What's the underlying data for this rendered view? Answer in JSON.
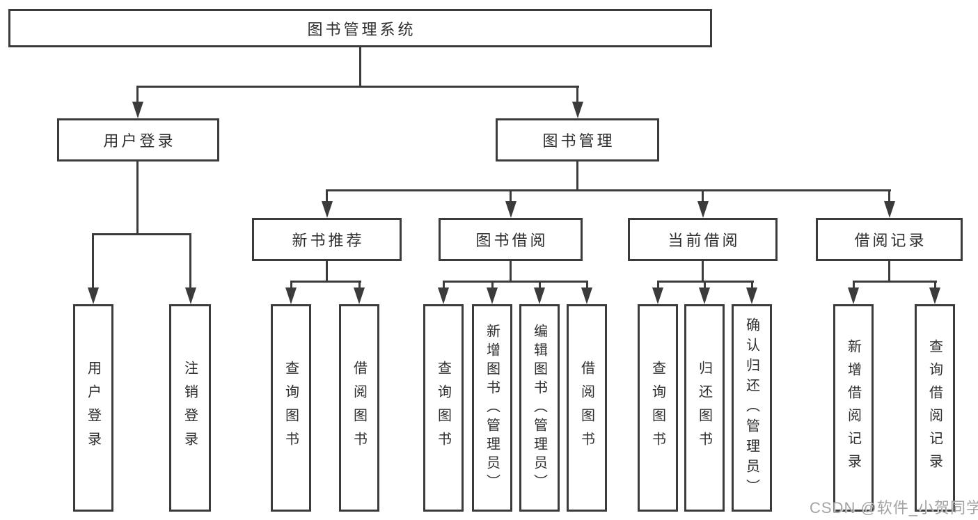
{
  "diagram_title": "图书管理系统",
  "nodes": {
    "user_login": "用户登录",
    "book_mgmt": "图书管理",
    "new_book": "新书推荐",
    "borrow": "图书借阅",
    "current": "当前借阅",
    "records": "借阅记录"
  },
  "leaves": {
    "user_login": [
      "用户登录",
      "注销登录"
    ],
    "new_book": [
      "查询图书",
      "借阅图书"
    ],
    "borrow": [
      "查询图书",
      "新增图书（管理员）",
      "编辑图书（管理员）",
      "借阅图书"
    ],
    "current": [
      "查询图书",
      "归还图书",
      "确认归还（管理员）"
    ],
    "records": [
      "新增借阅记录",
      "查询借阅记录"
    ]
  },
  "watermark": "CSDN @软件_小贺同学",
  "colors": {
    "line": "#3b3b3b",
    "text": "#2e2e2e",
    "watermark": "#a3a3a3",
    "background": "#ffffff"
  }
}
